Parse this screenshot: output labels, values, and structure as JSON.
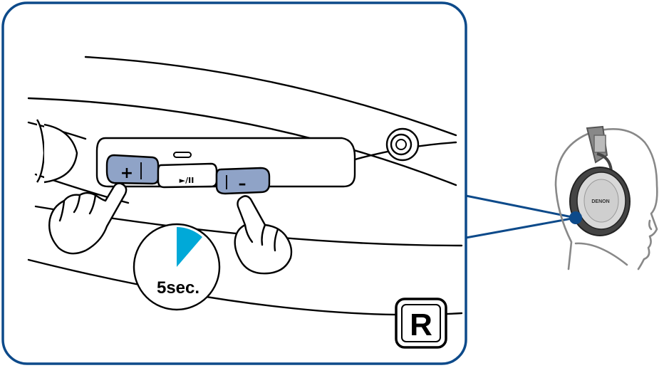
{
  "diagram": {
    "buttons": {
      "plus_label": "+",
      "play_pause_label": "►/II",
      "minus_label": "–"
    },
    "timer": {
      "label": "5sec."
    },
    "side_badge": {
      "label": "R"
    },
    "headphone": {
      "brand": "DENON"
    },
    "colors": {
      "frame_blue": "#0d4a8a",
      "button_blue": "#8fa3c7",
      "timer_cyan": "#00a9d8",
      "line_gray": "#888888"
    }
  }
}
